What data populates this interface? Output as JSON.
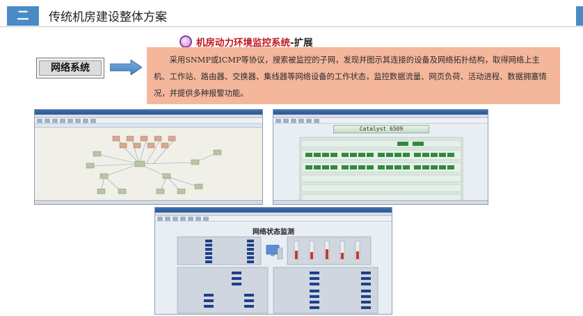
{
  "header": {
    "section_number": "二",
    "title": "传统机房建设整体方案"
  },
  "subtitle": {
    "red_part": "机房动力环境监控系统",
    "black_part": "-扩展"
  },
  "network_button": {
    "label": "网络系统"
  },
  "description": {
    "text": "采用SNMP或ICMP等协议，搜索被监控的子网，发现并图示其连接的设备及网络拓扑结构，取得网络上主机、工作站、路由器、交换器、集线器等网络设备的工作状态，监控数据流量、网页负荷、活动进程、数据拥塞情况，并提供多种报警功能。"
  },
  "screenshots": {
    "switch_panel": {
      "label": "Catalyst 6509"
    },
    "status_monitor": {
      "title": "网络状态监测"
    }
  },
  "colors": {
    "accent_blue": "#4a8bc6",
    "subtitle_red": "#c0161f",
    "description_bg": "#f4b79b"
  }
}
